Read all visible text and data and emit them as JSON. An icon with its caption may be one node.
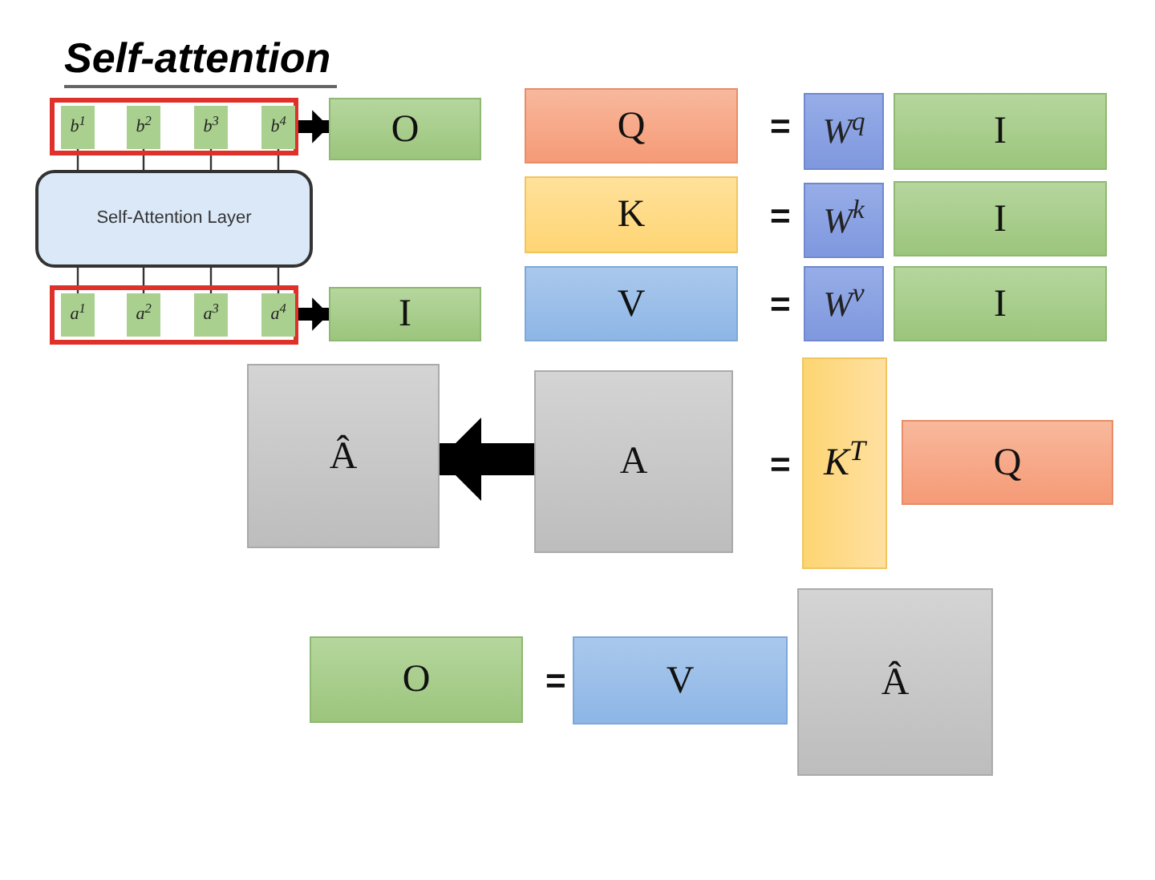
{
  "diagram": {
    "title": "Self-attention",
    "nodes": [
      {
        "text": [],
        "shape": "box"
      },
      {
        "text": [
          "b$^{1}$"
        ],
        "in": 0
      },
      {
        "text": [
          "b$^{2}$"
        ],
        "in": 0
      },
      {
        "text": [
          "b$^{3}$"
        ],
        "in": 0
      },
      {
        "text": [
          "b$^{4}$"
        ],
        "in": 0
      },
      {
        "text": [
          "Self-Attention Layer"
        ]
      },
      {
        "text": [],
        "shape": "box"
      },
      {
        "text": [
          "a$^{1}$"
        ],
        "in": 6
      },
      {
        "text": [
          "a$^{2}$"
        ],
        "in": 6
      },
      {
        "text": [
          "a$^{3}$"
        ],
        "in": 6
      },
      {
        "text": [
          "a$^{4}$"
        ],
        "in": 6
      },
      {
        "text": [
          "O"
        ]
      },
      {
        "text": [
          "I"
        ]
      },
      {
        "text": [
          "Q"
        ]
      },
      {
        "text": [
          "W$^{q}$"
        ]
      },
      {
        "text": [
          "I"
        ]
      },
      {
        "text": [
          "K"
        ]
      },
      {
        "text": [
          "W$^{k}$"
        ]
      },
      {
        "text": [
          "I"
        ]
      },
      {
        "text": [
          "V"
        ]
      },
      {
        "text": [
          "W$^{v}$"
        ]
      },
      {
        "text": [
          "I"
        ]
      },
      {
        "text": [
          "Â"
        ]
      },
      {
        "text": [
          "A"
        ]
      },
      {
        "text": [
          "K$^{T}$"
        ]
      },
      {
        "text": [
          "Q"
        ]
      },
      {
        "text": [
          "O"
        ]
      },
      {
        "text": [
          "V"
        ]
      },
      {
        "text": [
          "Â"
        ]
      }
    ],
    "edges": [
      {
        "from": 7,
        "to": 5,
        "arrow": "none"
      },
      {
        "from": 8,
        "to": 5,
        "arrow": "none"
      },
      {
        "from": 9,
        "to": 5,
        "arrow": "none"
      },
      {
        "from": 10,
        "to": 5,
        "arrow": "none"
      },
      {
        "from": 5,
        "to": 1,
        "arrow": "none"
      },
      {
        "from": 5,
        "to": 2,
        "arrow": "none"
      },
      {
        "from": 5,
        "to": 3,
        "arrow": "none"
      },
      {
        "from": 5,
        "to": 4,
        "arrow": "none"
      },
      {
        "from": 0,
        "to": 11,
        "arrow": "to",
        "style": "thick"
      },
      {
        "from": 6,
        "to": 12,
        "arrow": "to",
        "style": "thick"
      },
      {
        "from": 23,
        "to": 22,
        "arrow": "to",
        "style": "thick"
      }
    ],
    "labels": [
      "=",
      "=",
      "=",
      "=",
      "="
    ]
  }
}
